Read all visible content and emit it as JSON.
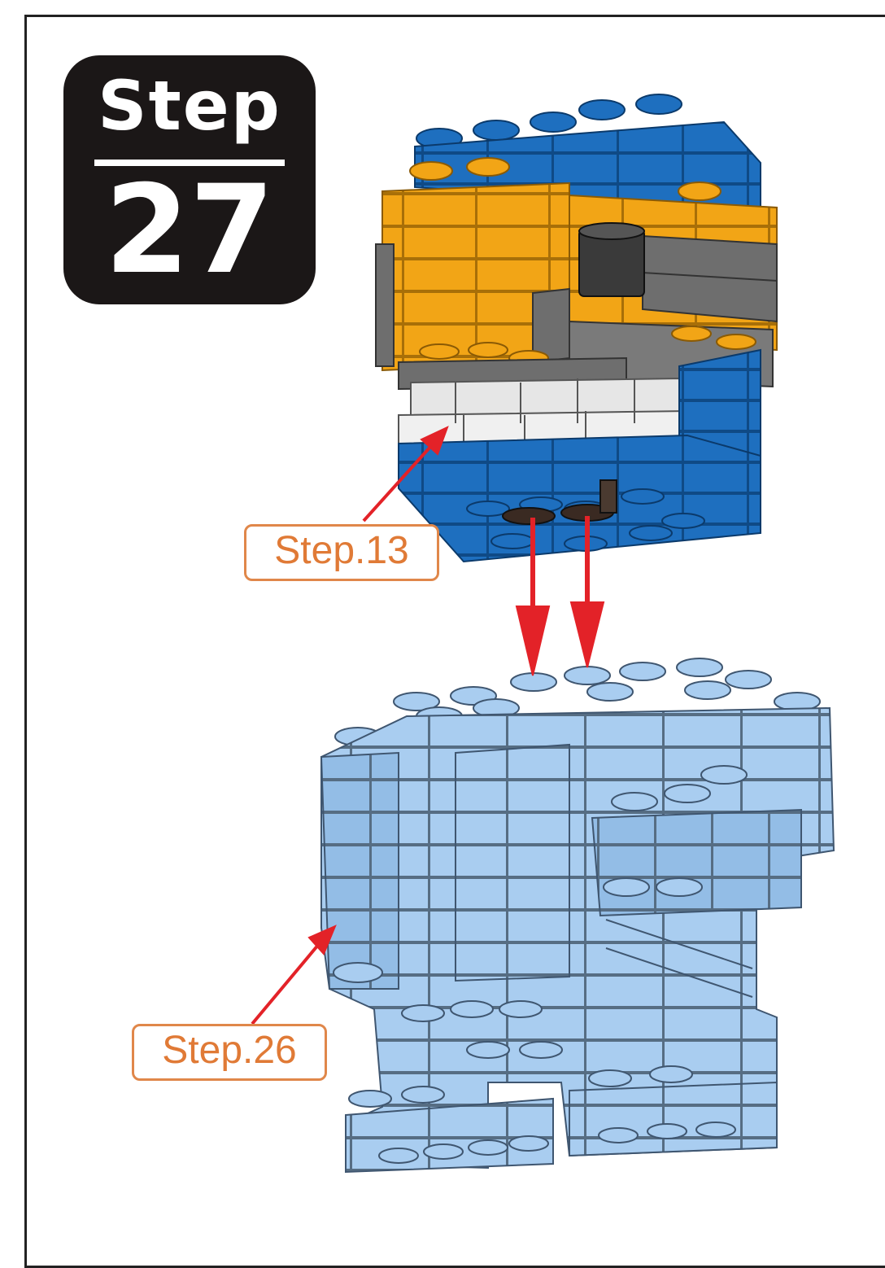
{
  "step_badge": {
    "word": "Step",
    "number": "27"
  },
  "callouts": {
    "head_ref": "Step.13",
    "body_ref": "Step.26"
  },
  "colors": {
    "head_blue": "#1e6fbf",
    "head_orange": "#f2a516",
    "head_white": "#e6e6e6",
    "head_gray": "#707070",
    "body_light_blue": "#a9cdf0",
    "arrow_red": "#e32228",
    "callout_orange": "#e07a36"
  }
}
